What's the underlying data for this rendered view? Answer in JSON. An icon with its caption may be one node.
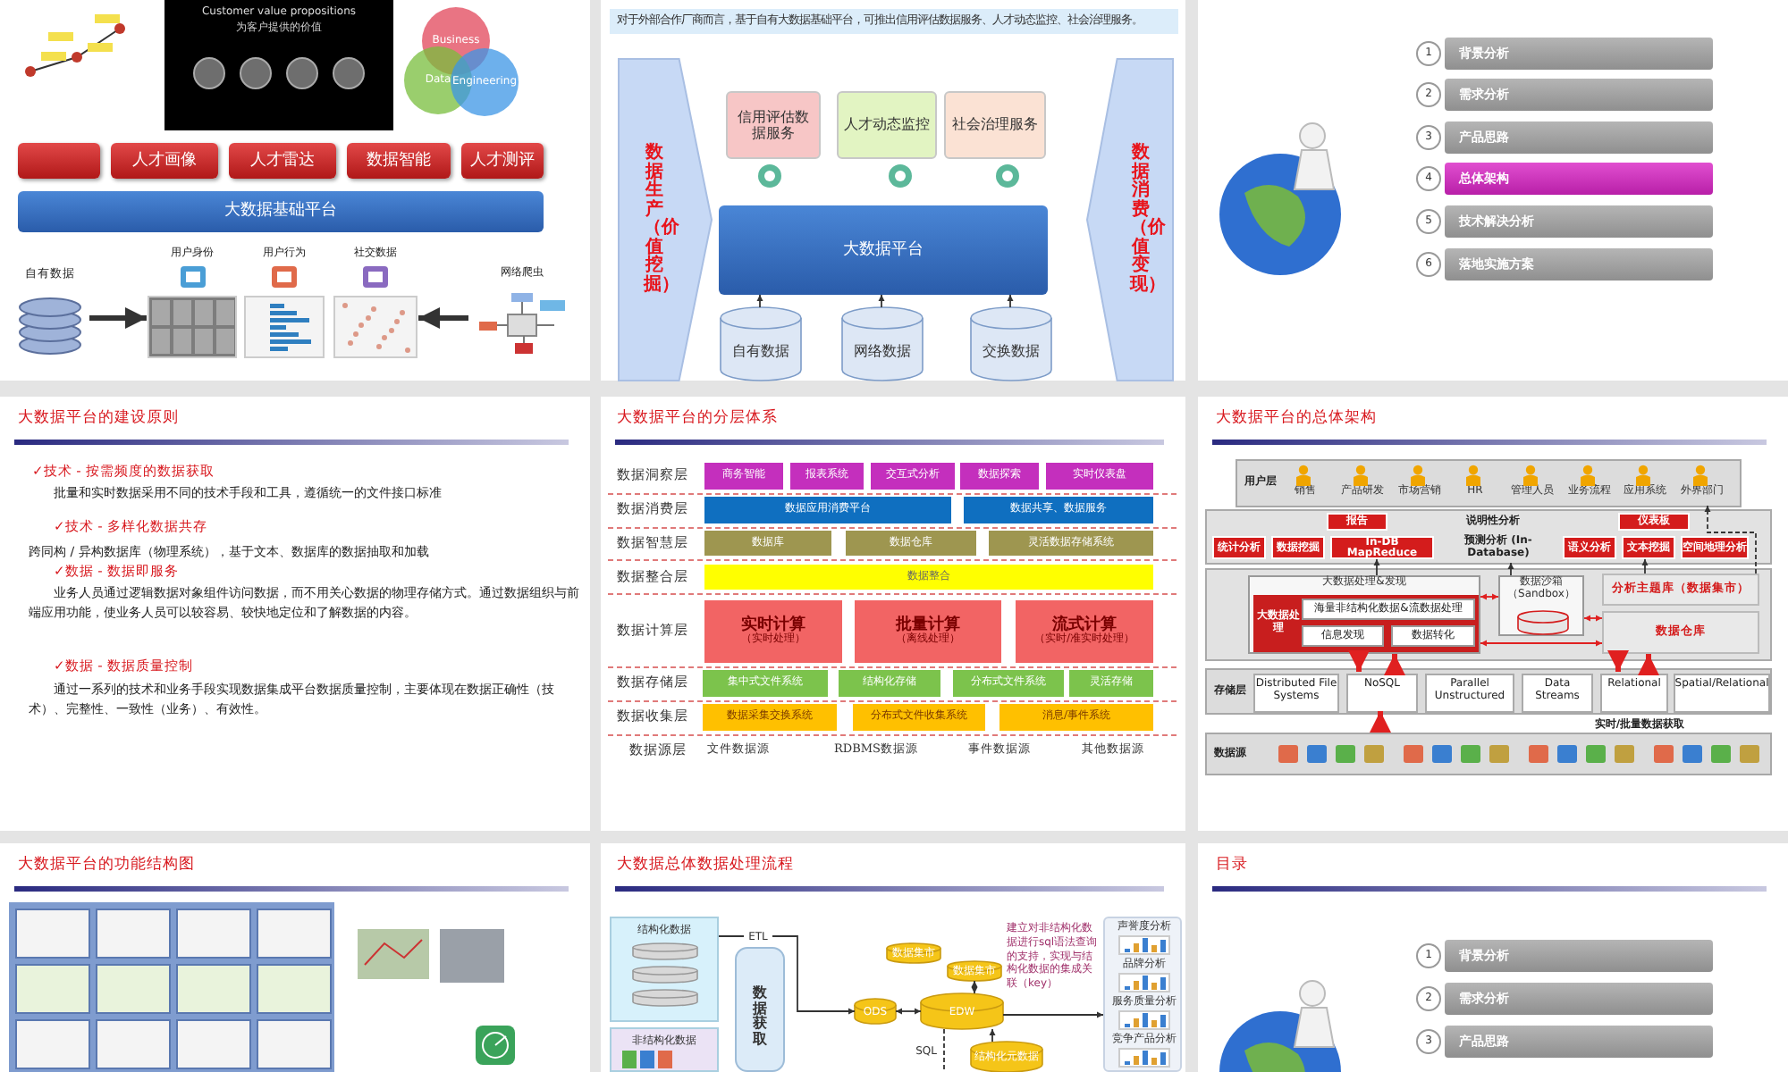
{
  "diagram": {
    "nodes": [
      {
        "text": [
          "Customer value propositions",
          "为客户提供的价值"
        ]
      },
      {
        "text": [
          "Business"
        ]
      },
      {
        "text": [
          "Data"
        ]
      },
      {
        "text": [
          "Engineering"
        ]
      },
      {
        "text": [],
        "shape": "box"
      },
      {
        "text": [
          "人才画像"
        ]
      },
      {
        "text": [
          "人才雷达"
        ]
      },
      {
        "text": [
          "数据智能"
        ]
      },
      {
        "text": [
          "人才测评"
        ]
      },
      {
        "text": [
          "大数据基础平台"
        ]
      },
      {
        "text": [
          "自有数据"
        ]
      },
      {
        "text": [
          "用户身份"
        ]
      },
      {
        "text": [
          "用户行为"
        ]
      },
      {
        "text": [
          "社交数据"
        ]
      },
      {
        "text": [
          "网络爬虫"
        ]
      },
      {
        "text": [
          "数据生产（价值挖掘）"
        ]
      },
      {
        "text": [
          "信用评估数据服务"
        ]
      },
      {
        "text": [
          "人才动态监控"
        ]
      },
      {
        "text": [
          "社会治理服务"
        ]
      },
      {
        "text": [
          "大数据平台"
        ]
      },
      {
        "text": [
          "自有数据"
        ]
      },
      {
        "text": [
          "网络数据"
        ]
      },
      {
        "text": [
          "交换数据"
        ]
      },
      {
        "text": [
          "数据消费（价值变现）"
        ]
      },
      {
        "text": [
          "1",
          "背景分析"
        ]
      },
      {
        "text": [
          "2",
          "需求分析"
        ]
      },
      {
        "text": [
          "3",
          "产品思路"
        ]
      },
      {
        "text": [
          "4",
          "总体架构"
        ]
      },
      {
        "text": [
          "5",
          "技术解决分析"
        ]
      },
      {
        "text": [
          "6",
          "落地实施方案"
        ]
      },
      {
        "text": [
          "商务智能"
        ]
      },
      {
        "text": [
          "报表系统"
        ]
      },
      {
        "text": [
          "交互式分析"
        ]
      },
      {
        "text": [
          "数据探索"
        ]
      },
      {
        "text": [
          "实时仪表盘"
        ]
      },
      {
        "text": [
          "数据应用消费平台"
        ]
      },
      {
        "text": [
          "数据共享、数据服务"
        ]
      },
      {
        "text": [
          "数据库"
        ]
      },
      {
        "text": [
          "数据仓库"
        ]
      },
      {
        "text": [
          "灵活数据存储系统"
        ]
      },
      {
        "text": [
          "数据整合"
        ]
      },
      {
        "text": [
          "实时计算",
          "（实时处理）"
        ]
      },
      {
        "text": [
          "批量计算",
          "（离线处理）"
        ]
      },
      {
        "text": [
          "流式计算",
          "（实时/准实时处理）"
        ]
      },
      {
        "text": [
          "集中式文件系统"
        ]
      },
      {
        "text": [
          "结构化存储"
        ]
      },
      {
        "text": [
          "分布式文件系统"
        ]
      },
      {
        "text": [
          "灵活存储"
        ]
      },
      {
        "text": [
          "数据采集交换系统"
        ]
      },
      {
        "text": [
          "分布式文件收集系统"
        ]
      },
      {
        "text": [
          "消息/事件系统"
        ]
      },
      {
        "text": [
          "用户层"
        ]
      },
      {
        "text": [
          "销售"
        ],
        "in": 51
      },
      {
        "text": [
          "产品研发"
        ],
        "in": 51
      },
      {
        "text": [
          "市场营销"
        ],
        "in": 51
      },
      {
        "text": [
          "HR"
        ],
        "in": 51
      },
      {
        "text": [
          "管理人员"
        ],
        "in": 51
      },
      {
        "text": [
          "业务流程"
        ],
        "in": 51
      },
      {
        "text": [
          "应用系统"
        ],
        "in": 51
      },
      {
        "text": [
          "外界部门"
        ],
        "in": 51
      },
      {
        "text": [
          "报告"
        ]
      },
      {
        "text": [
          "仪表板"
        ]
      },
      {
        "text": [
          "统计分析"
        ]
      },
      {
        "text": [
          "数据挖掘"
        ]
      },
      {
        "text": [
          "In-DB MapReduce"
        ]
      },
      {
        "text": [
          "语义分析"
        ]
      },
      {
        "text": [
          "文本挖掘"
        ]
      },
      {
        "text": [
          "空间地理分析"
        ]
      },
      {
        "text": [
          "大数据处理&发现"
        ]
      },
      {
        "text": [
          "大数据处理"
        ],
        "in": 68
      },
      {
        "text": [
          "海量非结构化数据&流数据处理"
        ],
        "in": 69
      },
      {
        "text": [
          "信息发现"
        ],
        "in": 69
      },
      {
        "text": [
          "数据转化"
        ],
        "in": 69
      },
      {
        "text": [
          "数据沙箱（Sandbox）"
        ]
      },
      {
        "text": [
          "分析主题库（数据集市）"
        ]
      },
      {
        "text": [
          "数据仓库"
        ]
      },
      {
        "text": [
          "存储层"
        ]
      },
      {
        "text": [
          "Distributed File Systems"
        ],
        "in": 76
      },
      {
        "text": [
          "NoSQL"
        ],
        "in": 76
      },
      {
        "text": [
          "Parallel Unstructured"
        ],
        "in": 76
      },
      {
        "text": [
          "Data Streams"
        ],
        "in": 76
      },
      {
        "text": [
          "Relational"
        ],
        "in": 76
      },
      {
        "text": [
          "Spatial/Relational"
        ],
        "in": 76
      },
      {
        "text": [
          "数据源"
        ]
      },
      {
        "text": [
          "结构化数据"
        ]
      },
      {
        "text": [
          "非结构化数据"
        ]
      },
      {
        "text": [
          "数据获取"
        ]
      },
      {
        "text": [
          "ODS"
        ]
      },
      {
        "text": [
          "EDW"
        ]
      },
      {
        "text": [
          "数据集市"
        ]
      },
      {
        "text": [
          "数据集市"
        ]
      },
      {
        "text": [
          "结构化元数据"
        ]
      },
      {
        "text": [],
        "shape": "box"
      },
      {
        "text": [
          "声誉度分析"
        ],
        "in": 92
      },
      {
        "text": [
          "品牌分析"
        ],
        "in": 92
      },
      {
        "text": [
          "服务质量分析"
        ],
        "in": 92
      },
      {
        "text": [
          "竞争产品分析"
        ],
        "in": 92
      },
      {
        "text": [
          "1",
          "背景分析"
        ]
      },
      {
        "text": [
          "2",
          "需求分析"
        ]
      },
      {
        "text": [
          "3",
          "产品思路"
        ]
      },
      {
        "text": [
          "预测分析 (In-Database)"
        ]
      }
    ],
    "edges": [
      {
        "from": 10,
        "to": 11,
        "arrow": "to",
        "style": "thick"
      },
      {
        "from": 14,
        "to": 13,
        "arrow": "to",
        "style": "thick"
      },
      {
        "from": 20,
        "to": 19,
        "arrow": "to"
      },
      {
        "from": 21,
        "to": 19,
        "arrow": "to"
      },
      {
        "from": 22,
        "to": 19,
        "arrow": "to"
      },
      {
        "from": 68,
        "to": 73,
        "arrow": "both",
        "color": "#e02020"
      },
      {
        "from": 73,
        "to": 75,
        "arrow": "both",
        "color": "#e02020"
      },
      {
        "from": 68,
        "to": 75,
        "arrow": "both",
        "color": "#e02020"
      },
      {
        "from": 68,
        "to": 78,
        "arrow": "to",
        "style": "thick",
        "color": "#e02020"
      },
      {
        "from": 78,
        "to": 68,
        "arrow": "to",
        "style": "thick",
        "color": "#e02020"
      },
      {
        "from": 75,
        "to": 81,
        "arrow": "to",
        "style": "thick",
        "color": "#e02020"
      },
      {
        "from": 81,
        "to": 75,
        "arrow": "to",
        "style": "thick",
        "color": "#e02020"
      },
      {
        "from": 83,
        "to": 78,
        "arrow": "to",
        "style": "thick",
        "color": "#e02020"
      },
      {
        "from": 74,
        "to": 59,
        "arrow": "to",
        "style": "dashed"
      },
      {
        "from": 68,
        "to": 64,
        "arrow": "to"
      },
      {
        "from": 73,
        "to": 100,
        "arrow": "to"
      },
      {
        "from": 74,
        "to": 66,
        "arrow": "to"
      },
      {
        "from": 84,
        "to": 87,
        "arrow": "to",
        "label": "ETL"
      },
      {
        "from": 87,
        "to": 88,
        "arrow": "both"
      },
      {
        "from": 88,
        "to": 92,
        "arrow": "to"
      },
      {
        "from": 90,
        "to": 88,
        "arrow": "both"
      },
      {
        "from": 91,
        "to": 88,
        "arrow": "to"
      },
      {
        "from": 88,
        "to": null,
        "arrow": "none",
        "label": "SQL",
        "style": "dashed"
      }
    ],
    "labels": [
      "对于外部合作厂商而言，基于自有大数据基础平台，可推出信用评估数据服务、人才动态监控、社会治理服务。",
      "大数据平台的建设原则",
      "✓技术 - 按需频度的数据获取",
      "批量和实时数据采用不同的技术手段和工具，遵循统一的文件接口标准",
      "✓技术 - 多样化数据共存",
      "跨同构 / 异构数据库（物理系统），基于文本、数据库的数据抽取和加载",
      "✓数据 - 数据即服务",
      "业务人员通过逻辑数据对象组件访问数据，而不用关心数据的物理存储方式。通过数据组织与前端应用功能，使业务人员可以较容易、较快地定位和了解数据的内容。",
      "✓数据 - 数据质量控制",
      "通过一系列的技术和业务手段实现数据集成平台数据质量控制，主要体现在数据正确性（技术）、完整性、一致性（业务）、有效性。",
      "大数据平台的分层体系",
      "数据洞察层",
      "数据消费层",
      "数据智慧层",
      "数据整合层",
      "数据计算层",
      "数据存储层",
      "数据收集层",
      "数据源层",
      "文件数据源",
      "RDBMS数据源",
      "事件数据源",
      "其他数据源",
      "大数据平台的总体架构",
      "说明性分析",
      "实时/批量数据获取",
      "大数据平台的功能结构图",
      "大数据总体数据处理流程",
      "建立对非结构化数据进行sql语法查询的支持，实现与结构化数据的集成关联（key）",
      "目录"
    ]
  }
}
